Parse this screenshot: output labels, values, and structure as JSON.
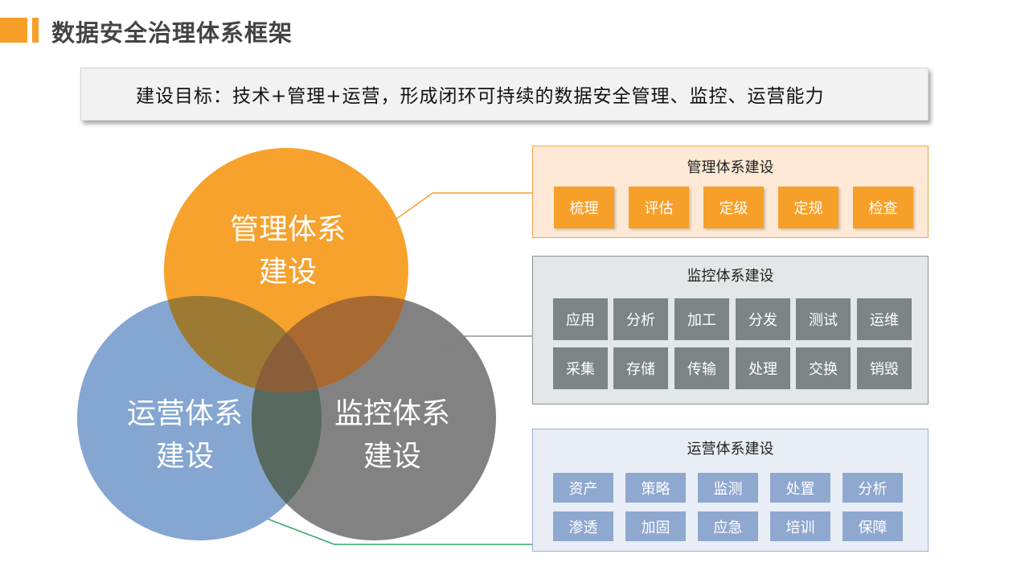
{
  "header": {
    "title": "数据安全治理体系框架"
  },
  "goal": {
    "text": "建设目标：技术+管理+运营，形成闭环可持续的数据安全管理、监控、运营能力"
  },
  "colors": {
    "accent_orange": "#f7a029",
    "monitor_gray": "#7d8484",
    "ops_blue": "#8ea8d0"
  },
  "venn": {
    "management": {
      "line1": "管理体系",
      "line2": "建设",
      "color": "#f7a029"
    },
    "monitoring": {
      "line1": "监控体系",
      "line2": "建设",
      "color": "#7f7f7f"
    },
    "operations": {
      "line1": "运营体系",
      "line2": "建设",
      "color": "#84a6d1"
    }
  },
  "panels": {
    "management": {
      "title": "管理体系建设",
      "items": [
        "梳理",
        "评估",
        "定级",
        "定规",
        "检查"
      ]
    },
    "monitoring": {
      "title": "监控体系建设",
      "row1": [
        "应用",
        "分析",
        "加工",
        "分发",
        "测试",
        "运维"
      ],
      "row2": [
        "采集",
        "存储",
        "传输",
        "处理",
        "交换",
        "销毁"
      ]
    },
    "operations": {
      "title": "运营体系建设",
      "row1": [
        "资产",
        "策略",
        "监测",
        "处置",
        "分析"
      ],
      "row2": [
        "渗透",
        "加固",
        "应急",
        "培训",
        "保障"
      ]
    }
  }
}
